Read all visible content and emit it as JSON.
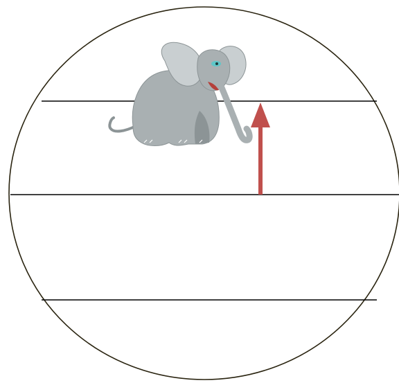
{
  "colors": {
    "outline": "#2a2410",
    "line": "#000000",
    "arrow": "#c0504d",
    "elephant_body": "#a9b0b2",
    "elephant_shade": "#8c9496",
    "elephant_light": "#c9cfd1",
    "elephant_eye": "#5fc7c9",
    "elephant_mouth": "#b5403a"
  },
  "shapes": {
    "circle": "ellipse-outline",
    "lines": [
      "upper-line",
      "middle-line",
      "lower-line"
    ],
    "arrow": "upward-arrow",
    "figure": "elephant-icon"
  }
}
